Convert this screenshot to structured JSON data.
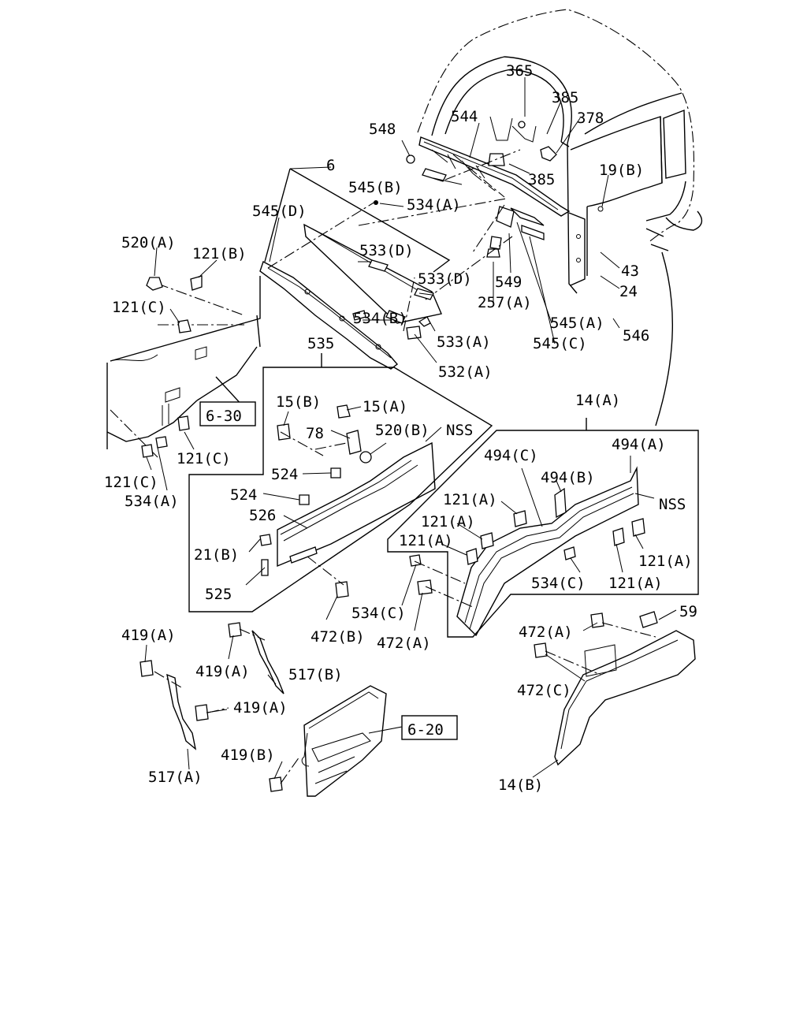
{
  "labels": {
    "l365": "365",
    "l385a": "385",
    "l378": "378",
    "l544": "544",
    "l548": "548",
    "l385b": "385",
    "l6": "6",
    "l19b": "19(B)",
    "l545b": "545(B)",
    "l534a_top": "534(A)",
    "l545d": "545(D)",
    "l520a": "520(A)",
    "l121b": "121(B)",
    "l533d_1": "533(D)",
    "l533d_2": "533(D)",
    "l549": "549",
    "l43": "43",
    "l24": "24",
    "l257a": "257(A)",
    "l121c_1": "121(C)",
    "l534b": "534(B)",
    "l545a": "545(A)",
    "l546": "546",
    "l533a": "533(A)",
    "l545c": "545(C)",
    "l535": "535",
    "l532a": "532(A)",
    "l15b": "15(B)",
    "l15a": "15(A)",
    "l14a": "14(A)",
    "l78": "78",
    "l520b": "520(B)",
    "l nss1": "NSS",
    "l494c": "494(C)",
    "l494a": "494(A)",
    "l121c_2": "121(C)",
    "l524_1": "524",
    "l494b": "494(B)",
    "l121c_3": "121(C)",
    "l534a_left": "534(A)",
    "l524_2": "524",
    "l121a_1": "121(A)",
    "l nss2": "NSS",
    "l526": "526",
    "l121a_2": "121(A)",
    "l121a_3": "121(A)",
    "l21b": "21(B)",
    "l121a_4": "121(A)",
    "l534c_r": "534(C)",
    "l121a_5": "121(A)",
    "l525": "525",
    "l534c_m": "534(C)",
    "l59": "59",
    "l419a_1": "419(A)",
    "l472b": "472(B)",
    "l472a_m": "472(A)",
    "l472a_r": "472(A)",
    "l419a_2": "419(A)",
    "l517b": "517(B)",
    "l472c": "472(C)",
    "l419a_3": "419(A)",
    "l6_20": "6-20",
    "l6_30": "6-30",
    "l419b": "419(B)",
    "l517a": "517(A)",
    "l14b": "14(B)"
  }
}
